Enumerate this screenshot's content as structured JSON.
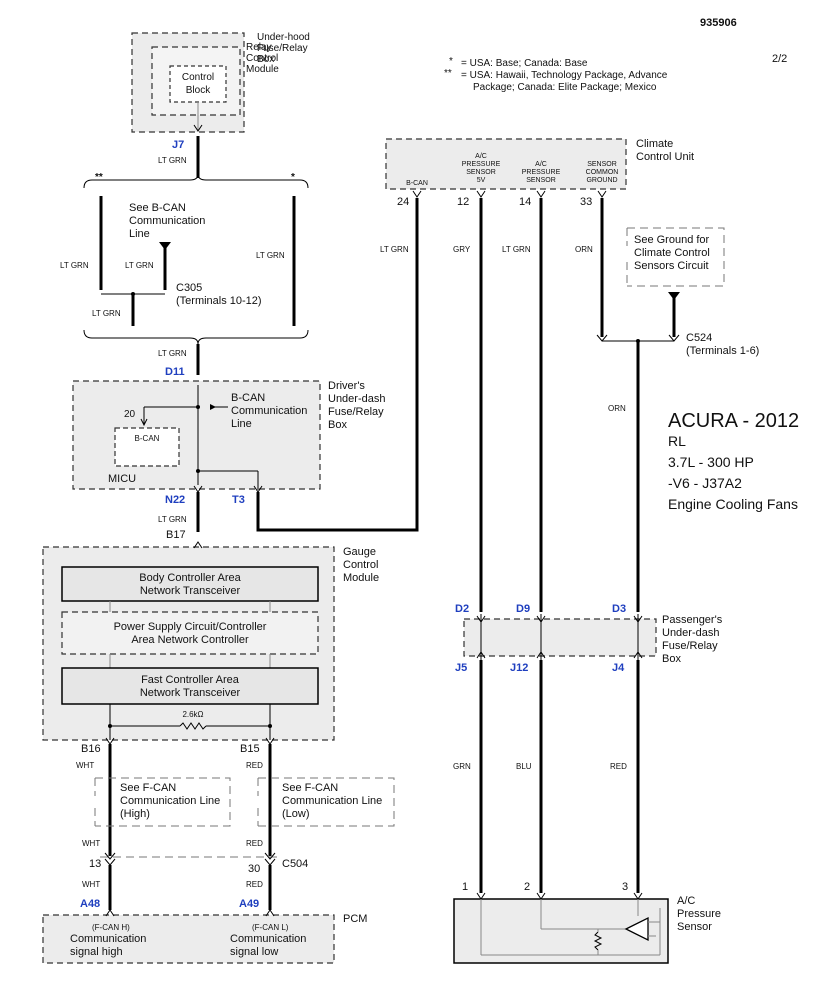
{
  "doc_id": "935906",
  "page": "2/2",
  "legend": {
    "l1_mark": "*",
    "l1_text": "= USA: Base; Canada: Base",
    "l2_mark": "**",
    "l2_text": "= USA: Hawaii, Technology Package, Advance",
    "l2_text_b": "Package; Canada: Elite Package; Mexico"
  },
  "vehicle": {
    "make_year": "ACURA - 2012",
    "model": "RL",
    "engine": "3.7L -  300 HP",
    "engine_code": "-V6 - J37A2",
    "system": "Engine Cooling Fans"
  },
  "components": {
    "underhood": [
      "Under-hood",
      "Fuse/Relay",
      "Box"
    ],
    "relay_module": [
      "Relay",
      "Control",
      "Module"
    ],
    "control_block": [
      "Control",
      "Block"
    ],
    "climate_unit": [
      "Climate",
      "Control Unit"
    ],
    "bcan_ref": [
      "See B-CAN",
      "Communication",
      "Line"
    ],
    "ground_ref": [
      "See Ground for",
      "Climate Control",
      "Sensors Circuit"
    ],
    "c305": [
      "C305",
      "(Terminals 10-12)"
    ],
    "c524": [
      "C524",
      "(Terminals 1-6)"
    ],
    "drivers_box": [
      "Driver's",
      "Under-dash",
      "Fuse/Relay",
      "Box"
    ],
    "bcan_line": [
      "B-CAN",
      "Communication",
      "Line"
    ],
    "micu": "MICU",
    "bcan_block": "B-CAN",
    "micu_pin": "20",
    "gauge": [
      "Gauge",
      "Control",
      "Module"
    ],
    "body_ctrl": [
      "Body Controller Area",
      "Network Transceiver"
    ],
    "power_supply": [
      "Power Supply Circuit/Controller",
      "Area Network Controller"
    ],
    "fast_ctrl": [
      "Fast Controller Area",
      "Network Transceiver"
    ],
    "resistor": "2.6kΩ",
    "fcan_high": [
      "See F-CAN",
      "Communication Line",
      "(High)"
    ],
    "fcan_low": [
      "See F-CAN",
      "Communication Line",
      "(Low)"
    ],
    "c504": "C504",
    "pcm": "PCM",
    "pcm_high": [
      "(F-CAN H)",
      "Communication",
      "signal high"
    ],
    "pcm_low": [
      "(F-CAN L)",
      "Communication",
      "signal low"
    ],
    "passenger_box": [
      "Passenger's",
      "Under-dash",
      "Fuse/Relay",
      "Box"
    ],
    "ac_sensor": [
      "A/C",
      "Pressure",
      "Sensor"
    ]
  },
  "climate_pins": {
    "bcan": "B-CAN",
    "ps5v": [
      "A/C",
      "PRESSURE",
      "SENSOR",
      "5V"
    ],
    "ps": [
      "A/C",
      "PRESSURE",
      "SENSOR"
    ],
    "gnd": [
      "SENSOR",
      "COMMON",
      "GROUND"
    ],
    "n24": "24",
    "n12": "12",
    "n14": "14",
    "n33": "33"
  },
  "connectors": {
    "j7": "J7",
    "d11": "D11",
    "n22": "N22",
    "t3": "T3",
    "b17": "B17",
    "b16": "B16",
    "b15": "B15",
    "a48": "A48",
    "a49": "A49",
    "d2": "D2",
    "d9": "D9",
    "d3": "D3",
    "j5": "J5",
    "j12": "J12",
    "j4": "J4",
    "p13": "13",
    "p30": "30",
    "p1": "1",
    "p2": "2",
    "p3": "3"
  },
  "wires": {
    "lt_grn": "LT GRN",
    "gry": "GRY",
    "orn": "ORN",
    "wht": "WHT",
    "red": "RED",
    "grn": "GRN",
    "blu": "BLU"
  },
  "markers": {
    "double": "**",
    "single": "*"
  }
}
